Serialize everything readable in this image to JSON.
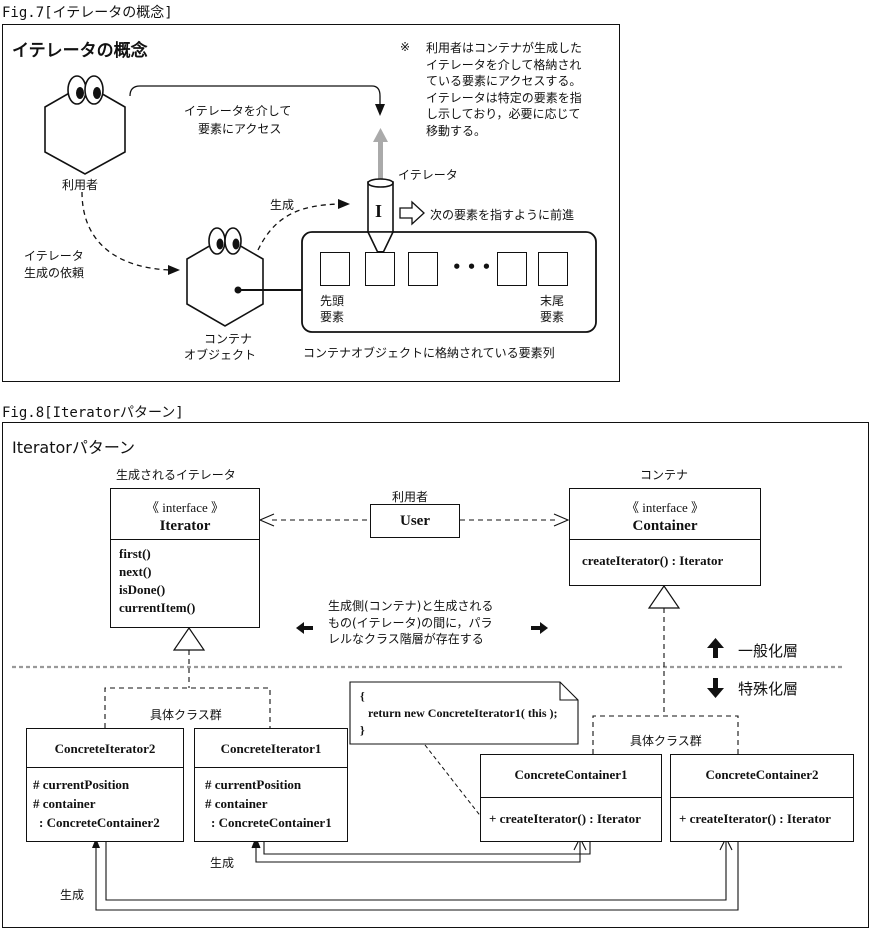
{
  "fig7": {
    "caption": "Fig.7[イテレータの概念]",
    "title": "イテレータの概念",
    "note_mark": "※",
    "note_lines": [
      "利用者はコンテナが生成した",
      "イテレータを介して格納され",
      "ている要素にアクセスする。",
      "イテレータは特定の要素を指",
      "し示しており，必要に応じて",
      "移動する。"
    ],
    "user_label": "利用者",
    "access_label_1": "イテレータを介して",
    "access_label_2": "要素にアクセス",
    "request_label_1": "イテレータ",
    "request_label_2": "生成の依頼",
    "generate_label": "生成",
    "iterator_label": "イテレータ",
    "iterator_glyph": "I",
    "next_label": "次の要素を指すように前進",
    "container_label_1": "コンテナ",
    "container_label_2": "オブジェクト",
    "dots": "• • •",
    "head_label_1": "先頭",
    "head_label_2": "要素",
    "tail_label_1": "末尾",
    "tail_label_2": "要素",
    "sequence_label": "コンテナオブジェクトに格納されている要素列"
  },
  "fig8": {
    "caption": "Fig.8[Iteratorパターン]",
    "title": "Iteratorパターン",
    "iterator_heading": "生成されるイテレータ",
    "container_heading": "コンテナ",
    "user_heading": "利用者",
    "user_box": "User",
    "stereotype": "《 interface 》",
    "iterator_name": "Iterator",
    "iterator_methods": [
      "first()",
      "next()",
      "isDone()",
      "currentItem()"
    ],
    "container_name": "Container",
    "container_methods": [
      "createIterator() : Iterator"
    ],
    "parallel_note": [
      "生成側(コンテナ)と生成される",
      "もの(イテレータ)の間に，パラ",
      "レルなクラス階層が存在する"
    ],
    "general_layer": "一般化層",
    "special_layer": "特殊化層",
    "concrete_group_left": "具体クラス群",
    "concrete_group_right": "具体クラス群",
    "ci2_name": "ConcreteIterator2",
    "ci2_attrs": [
      "# currentPosition",
      "# container",
      ": ConcreteContainer2"
    ],
    "ci1_name": "ConcreteIterator1",
    "ci1_attrs": [
      "# currentPosition",
      "# container",
      ": ConcreteContainer1"
    ],
    "cc1_name": "ConcreteContainer1",
    "cc1_methods": [
      "+ createIterator() : Iterator"
    ],
    "cc2_name": "ConcreteContainer2",
    "cc2_methods": [
      "+ createIterator() : Iterator"
    ],
    "code_lines": [
      "{",
      "return new ConcreteIterator1( this );",
      "}"
    ],
    "gen_label_1": "生成",
    "gen_label_2": "生成"
  }
}
